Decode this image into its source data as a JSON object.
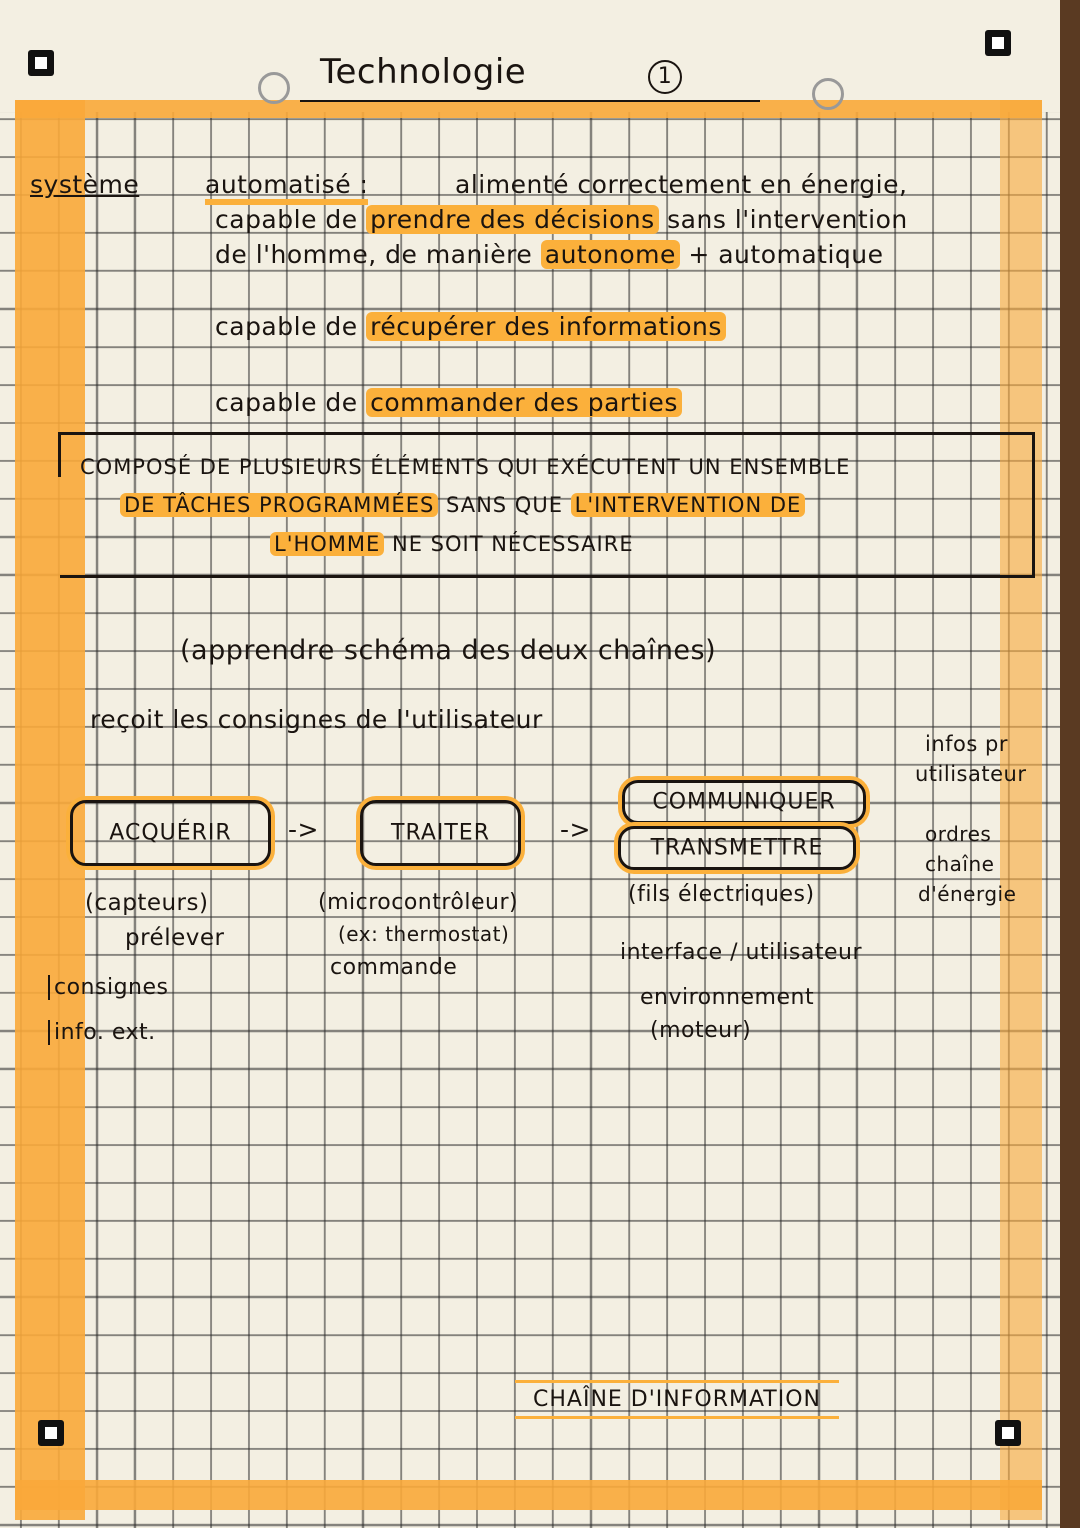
{
  "header": {
    "title": "Technologie",
    "page_number": "1"
  },
  "definition": {
    "term": "système",
    "term2": "automatisé :",
    "line1": "alimenté correctement en énergie,",
    "line2_a": "capable de",
    "line2_hl": "prendre des décisions",
    "line2_b": "sans l'intervention",
    "line3_a": "de l'homme, de manière",
    "line3_hl": "autonome",
    "line3_b": "+ automatique",
    "line4_a": "capable de",
    "line4_hl": "récupérer des informations",
    "line5_a": "capable de",
    "line5_hl": "commander des parties"
  },
  "boxed_note": {
    "line1": "COMPOSÉ DE PLUSIEURS ÉLÉMENTS QUI EXÉCUTENT UN ENSEMBLE",
    "line2_hl1": "DE TÂCHES PROGRAMMÉES",
    "line2_mid": "SANS QUE",
    "line2_hl2": "L'INTERVENTION DE",
    "line3_hl": "L'HOMME",
    "line3_b": "NE SOIT NÉCESSAIRE"
  },
  "diagram": {
    "instruction": "(apprendre schéma des deux chaînes)",
    "intro": "reçoit les consignes de l'utilisateur",
    "acquerir": {
      "label": "ACQUÉRIR",
      "sub1": "(capteurs)",
      "sub2": "prélever",
      "side1": "consignes",
      "side2": "info. ext."
    },
    "arrow": "->",
    "traiter": {
      "label": "TRAITER",
      "sub1": "(microcontrôleur)",
      "sub2": "(ex: thermostat)",
      "sub3": "commande"
    },
    "communiquer": {
      "label": "COMMUNIQUER"
    },
    "transmettre": {
      "label": "TRANSMETTRE",
      "sub1": "(fils électriques)",
      "sub2": "interface / utilisateur",
      "sub3": "environnement",
      "sub4": "(moteur)"
    },
    "right_note1": [
      "infos pr",
      "utilisateur"
    ],
    "right_note2": [
      "ordres",
      "chaîne",
      "d'énergie"
    ]
  },
  "footer": {
    "label": "CHAÎNE D'INFORMATION"
  },
  "colors": {
    "highlight": "#fbb03b",
    "ink": "#1a1410",
    "paper": "#f3efe2"
  }
}
